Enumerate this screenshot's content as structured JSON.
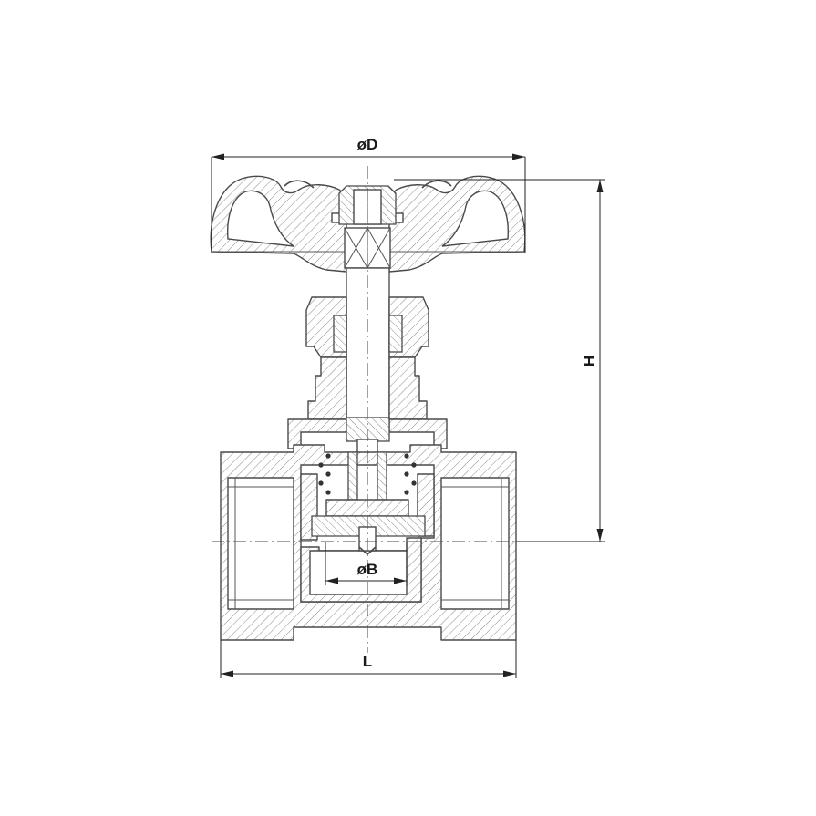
{
  "dimensions": {
    "handwheel_diameter": "øD",
    "height": "H",
    "bore_diameter": "øB",
    "length": "L"
  },
  "colors": {
    "line": "#4a4a4a",
    "dimension": "#222222",
    "background": "#ffffff"
  }
}
